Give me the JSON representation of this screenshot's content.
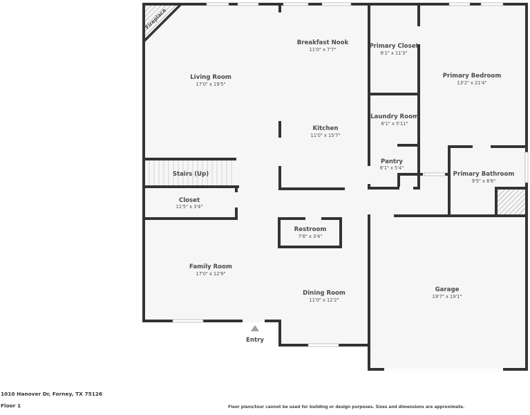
{
  "plan": {
    "rooms": [
      {
        "id": "living-room",
        "name": "Living Room",
        "dims": "17'0\" x 19'5\""
      },
      {
        "id": "breakfast-nook",
        "name": "Breakfast Nook",
        "dims": "11'0\" x 7'7\""
      },
      {
        "id": "primary-closet",
        "name": "Primary Closet",
        "dims": "6'1\" x 11'3\""
      },
      {
        "id": "primary-bedroom",
        "name": "Primary Bedroom",
        "dims": "13'2\" x 21'4\""
      },
      {
        "id": "kitchen",
        "name": "Kitchen",
        "dims": "11'0\" x 15'7\""
      },
      {
        "id": "laundry-room",
        "name": "Laundry Room",
        "dims": "6'1\" x 5'11\""
      },
      {
        "id": "pantry",
        "name": "Pantry",
        "dims": "6'1\" x 5'4\""
      },
      {
        "id": "primary-bathroom",
        "name": "Primary Bathroom",
        "dims": "9'5\" x 8'6\""
      },
      {
        "id": "stairs",
        "name": "Stairs (Up)",
        "dims": ""
      },
      {
        "id": "closet",
        "name": "Closet",
        "dims": "11'5\" x 3'4\""
      },
      {
        "id": "restroom",
        "name": "Restroom",
        "dims": "7'6\" x 3'4\""
      },
      {
        "id": "family-room",
        "name": "Family Room",
        "dims": "17'0\" x 12'9\""
      },
      {
        "id": "dining-room",
        "name": "Dining Room",
        "dims": "11'0\" x 12'2\""
      },
      {
        "id": "garage",
        "name": "Garage",
        "dims": "19'7\" x 19'1\""
      }
    ],
    "fixtures": {
      "fireplace": "Fireplace",
      "entry": "Entry"
    },
    "colors": {
      "wall": "#333333",
      "floor": "#f6f6f6",
      "text": "#4a4a4a",
      "entry_arrow": "#a0a0a0"
    }
  },
  "footer": {
    "address": "1010 Hanover Dr, Forney, TX 75126",
    "floor": "Floor 1",
    "disclaimer": "Floor plans/tour cannot be used for building or design purposes. Sizes and dimensions are approximate."
  }
}
